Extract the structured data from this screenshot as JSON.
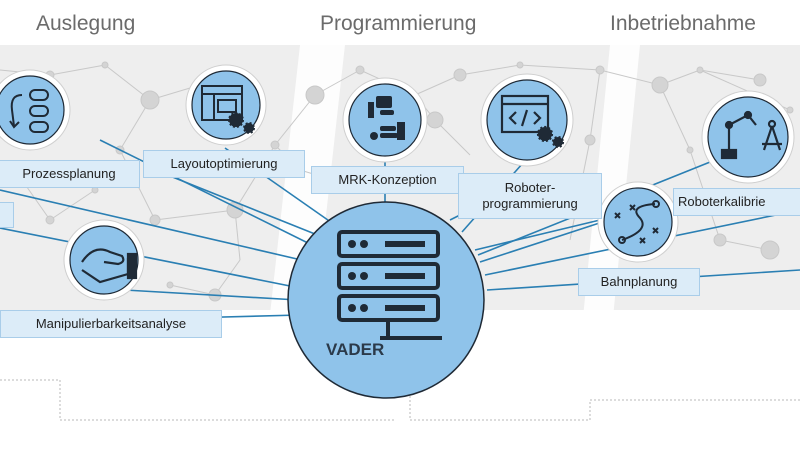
{
  "phases": {
    "design": "Auslegung",
    "programming": "Programmierung",
    "commissioning": "Inbetriebnahme"
  },
  "hub": {
    "label": "VADER"
  },
  "modules": {
    "process_planning": "Prozessplanung",
    "layout_optimization": "Layoutoptimierung",
    "hrc_concept": "MRK-Konzeption",
    "robot_programming_1": "Roboter-",
    "robot_programming_2": "programmierung",
    "robot_calibration": "Roboterkalibrie",
    "path_planning": "Bahnplanung",
    "manipulability_analysis": "Manipulierbarkeitsanalyse"
  },
  "colors": {
    "node_fill": "#8fc3ea",
    "hub_fill": "#8fc3ea",
    "connector": "#2a7fb3",
    "icon_dark": "#1f2a36",
    "band": "#eeeeee",
    "label_fill": "#dcecf8"
  },
  "icons": {
    "process_planning": "flowchart-icon",
    "layout_optimization": "layout-gears-icon",
    "hrc_concept": "robot-hand-handshake-icon",
    "robot_programming": "code-window-gears-icon",
    "robot_calibration": "robot-arm-compass-icon",
    "path_planning": "path-points-icon",
    "manipulability_analysis": "hand-holding-icon",
    "hub": "server-stack-icon"
  }
}
